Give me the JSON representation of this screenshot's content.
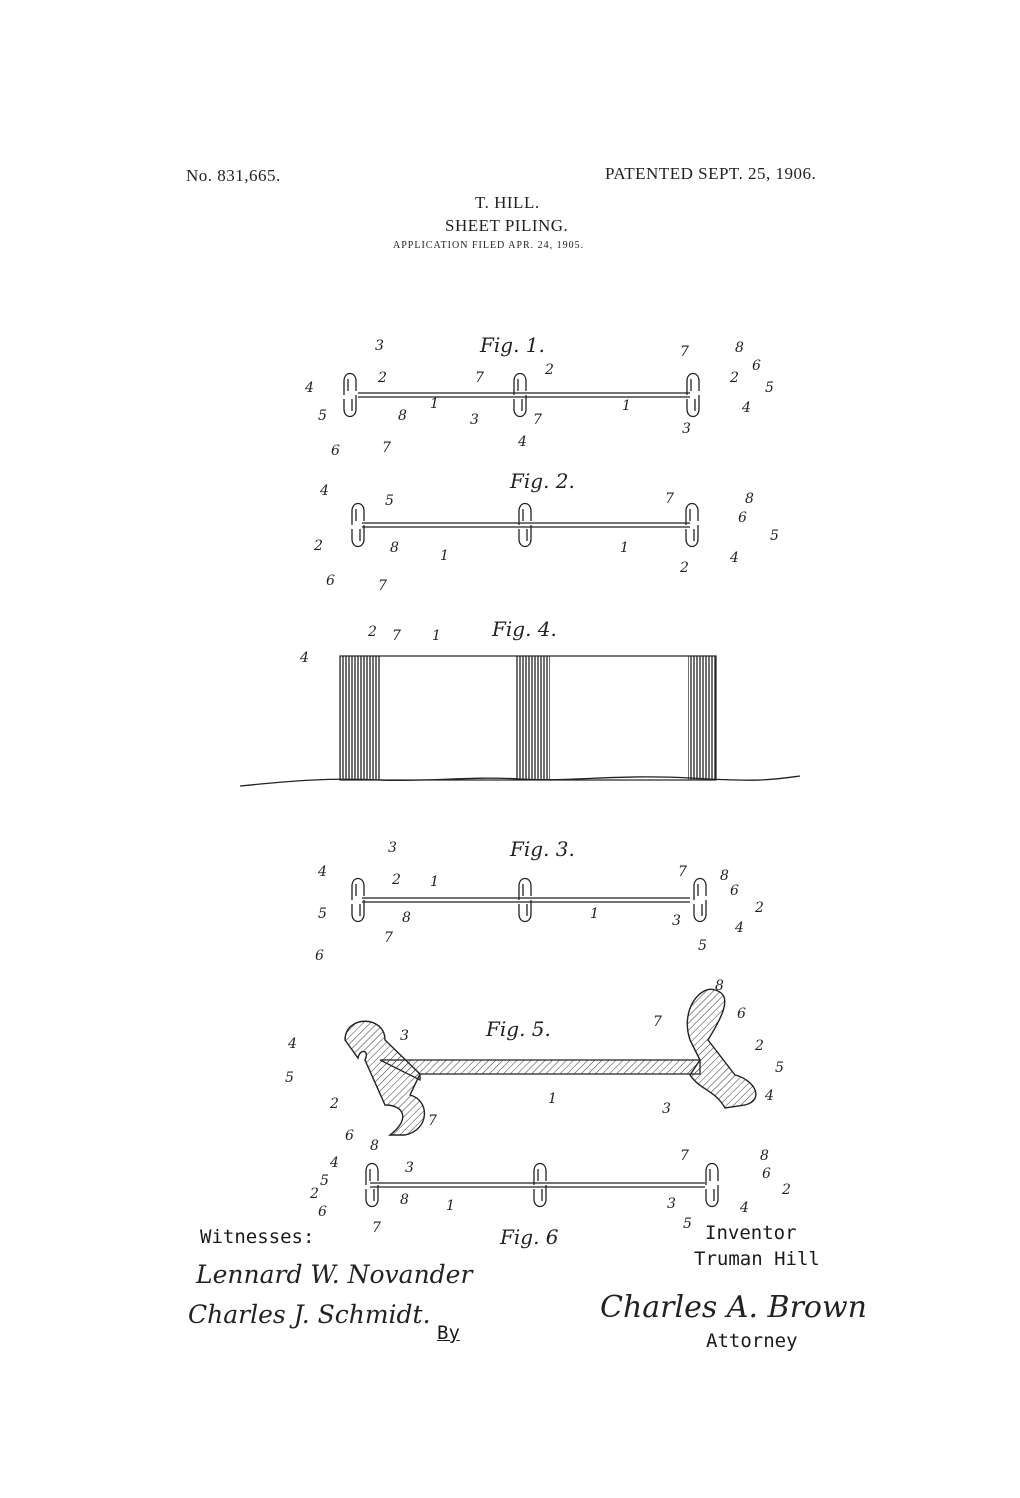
{
  "header": {
    "patent_number": "No. 831,665.",
    "patented_date": "PATENTED SEPT. 25, 1906.",
    "inventor_short": "T. HILL.",
    "title": "SHEET PILING.",
    "application": "APPLICATION FILED APR. 24, 1905."
  },
  "figures": {
    "fig1": {
      "title": "Fig. 1.",
      "labels": [
        "3",
        "4",
        "5",
        "6",
        "2",
        "8",
        "7",
        "1",
        "7",
        "2",
        "3",
        "4",
        "7",
        "1",
        "7",
        "8",
        "6",
        "2",
        "5",
        "4",
        "3"
      ]
    },
    "fig2": {
      "title": "Fig. 2.",
      "labels": [
        "4",
        "5",
        "2",
        "6",
        "8",
        "7",
        "1",
        "1",
        "7",
        "8",
        "6",
        "5",
        "2",
        "4"
      ]
    },
    "fig4": {
      "title": "Fig. 4.",
      "labels": [
        "2",
        "7",
        "1",
        "4"
      ]
    },
    "fig3": {
      "title": "Fig. 3.",
      "labels": [
        "3",
        "4",
        "2",
        "1",
        "5",
        "8",
        "6",
        "7",
        "1",
        "7",
        "8",
        "6",
        "2",
        "3",
        "5",
        "4"
      ]
    },
    "fig5": {
      "title": "Fig. 5.",
      "labels": [
        "4",
        "3",
        "5",
        "2",
        "6",
        "8",
        "7",
        "1",
        "8",
        "7",
        "6",
        "2",
        "5",
        "4",
        "3"
      ]
    },
    "fig6": {
      "title": "Fig. 6",
      "labels": [
        "4",
        "3",
        "5",
        "2",
        "6",
        "8",
        "1",
        "7",
        "7",
        "8",
        "6",
        "2",
        "3",
        "4",
        "5"
      ]
    }
  },
  "footer": {
    "witnesses_label": "Witnesses:",
    "witness1": "Lennard W. Novander",
    "witness2": "Charles J. Schmidt.",
    "inventor_label": "Inventor",
    "inventor_name": "Truman Hill",
    "by_label": "By",
    "attorney_signature": "Charles A. Brown",
    "attorney_label": "Attorney"
  }
}
